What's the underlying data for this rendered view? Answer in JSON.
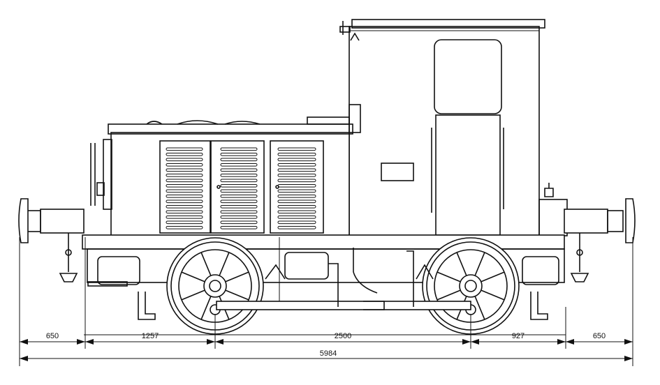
{
  "dimensions": {
    "segments": [
      {
        "id": "left-buffer",
        "label": "650"
      },
      {
        "id": "left-overhang",
        "label": "1257"
      },
      {
        "id": "wheelbase",
        "label": "2500"
      },
      {
        "id": "right-overhang",
        "label": "927"
      },
      {
        "id": "right-buffer",
        "label": "650"
      }
    ],
    "overall": {
      "id": "overall-length",
      "label": "5984"
    }
  }
}
